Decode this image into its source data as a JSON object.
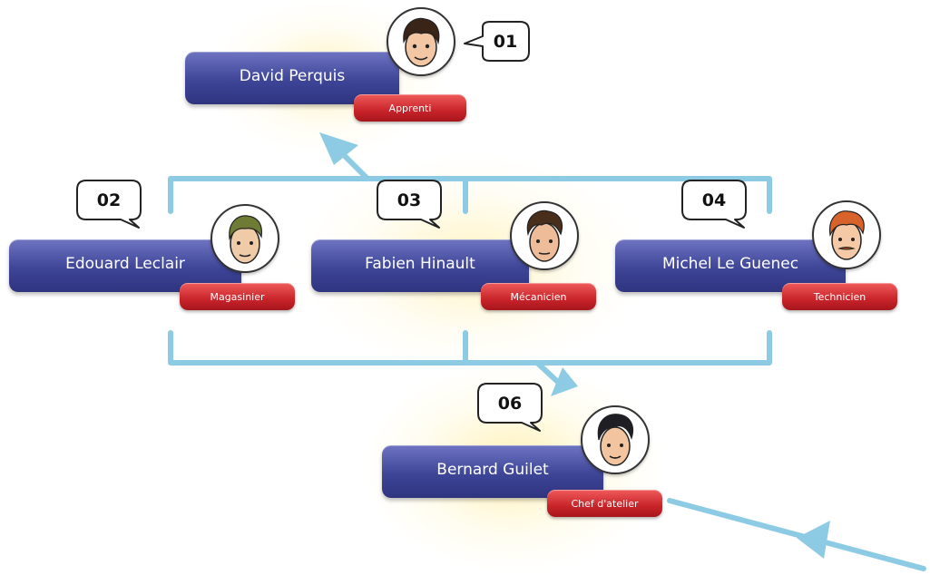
{
  "people": [
    {
      "id": "01",
      "name": "David Perquis",
      "role": "Apprenti",
      "hair": "#3a2418",
      "skin": "#f3c6a4"
    },
    {
      "id": "02",
      "name": "Edouard Leclair",
      "role": "Magasinier",
      "hair": "#6e7b34",
      "skin": "#f0cba8"
    },
    {
      "id": "03",
      "name": "Fabien Hinault",
      "role": "Mécanicien",
      "hair": "#4a2e1c",
      "skin": "#eebc98"
    },
    {
      "id": "04",
      "name": "Michel Le Guenec",
      "role": "Technicien",
      "hair": "#d8632a",
      "skin": "#f5c9a6"
    },
    {
      "id": "06",
      "name": "Bernard Guilet",
      "role": "Chef d'atelier",
      "hair": "#1e1e24",
      "skin": "#f2c4a0"
    }
  ],
  "colors": {
    "connector": "#8ccbe3",
    "name_box": "#3e4597",
    "role_box": "#c8242a",
    "glow": "#fff2b8"
  }
}
